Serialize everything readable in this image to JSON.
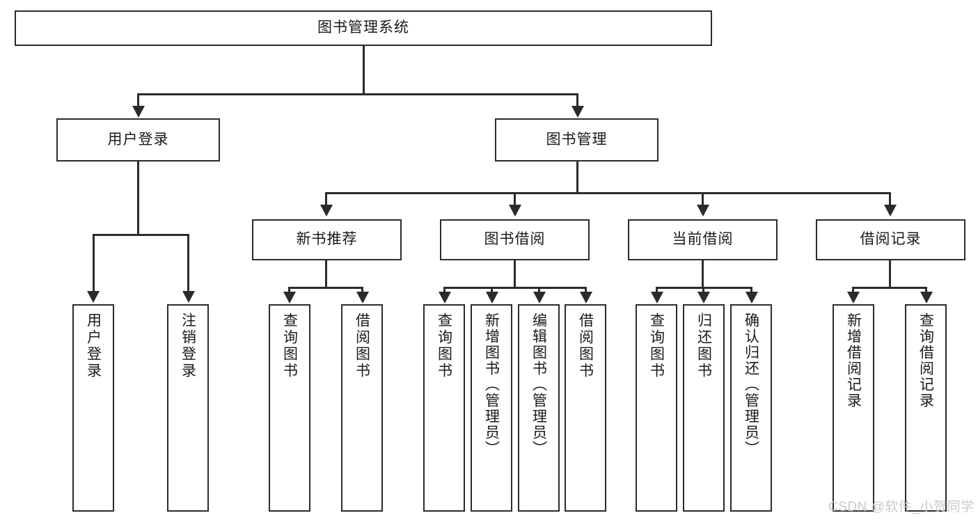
{
  "diagram": {
    "type": "tree-hierarchy-chart",
    "title": "图书管理系统",
    "root": {
      "label": "图书管理系统"
    },
    "level2": [
      {
        "label": "用户登录"
      },
      {
        "label": "图书管理"
      }
    ],
    "level3": [
      {
        "label": "新书推荐"
      },
      {
        "label": "图书借阅"
      },
      {
        "label": "当前借阅"
      },
      {
        "label": "借阅记录"
      }
    ],
    "leaves": {
      "user_login": [
        {
          "label": "用户登录"
        },
        {
          "label": "注销登录"
        }
      ],
      "new_book_recommend": [
        {
          "label": "查询图书"
        },
        {
          "label": "借阅图书"
        }
      ],
      "book_borrow": [
        {
          "label": "查询图书"
        },
        {
          "label": "新增图书（管理员）"
        },
        {
          "label": "编辑图书（管理员）"
        },
        {
          "label": "借阅图书"
        }
      ],
      "current_borrow": [
        {
          "label": "查询图书"
        },
        {
          "label": "归还图书"
        },
        {
          "label": "确认归还（管理员）"
        }
      ],
      "borrow_record": [
        {
          "label": "新增借阅记录"
        },
        {
          "label": "查询借阅记录"
        }
      ]
    }
  },
  "watermark": {
    "text": "CSDN @软件_小贺同学"
  },
  "colors": {
    "stroke": "#2b2b2b",
    "fill": "#ffffff",
    "text": "#1a1a1a",
    "watermark": "#c9c9c9"
  }
}
